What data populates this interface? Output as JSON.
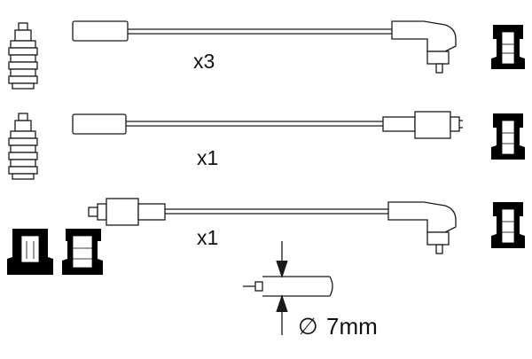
{
  "quantities": {
    "set1": "x3",
    "set2": "x1",
    "set3": "x1"
  },
  "cable_spec": {
    "diameter_symbol": "∅",
    "diameter": "7mm"
  },
  "colors": {
    "line": "#1a1a1a",
    "boot_dark": "#000000",
    "background": "#ffffff"
  }
}
